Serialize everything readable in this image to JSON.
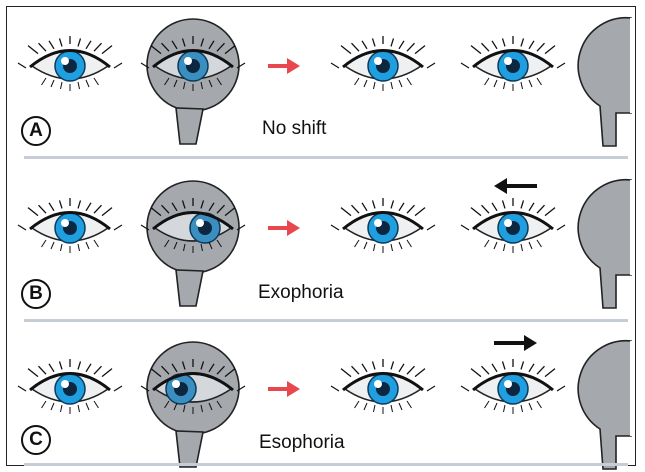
{
  "panels": [
    {
      "letter": "A",
      "caption": "No shift",
      "covered_eye_gaze": "center",
      "shift_arrow": "none"
    },
    {
      "letter": "B",
      "caption": "Exophoria",
      "covered_eye_gaze": "outward",
      "shift_arrow": "left"
    },
    {
      "letter": "C",
      "caption": "Esophoria",
      "covered_eye_gaze": "inward",
      "shift_arrow": "right"
    }
  ],
  "colors": {
    "iris": "#1f9fe0",
    "pupil": "#0d2740",
    "occluder": "#a5a8ad",
    "arrow_red": "#e8474e",
    "arrow_black": "#111111",
    "divider": "#c7cdd6"
  }
}
